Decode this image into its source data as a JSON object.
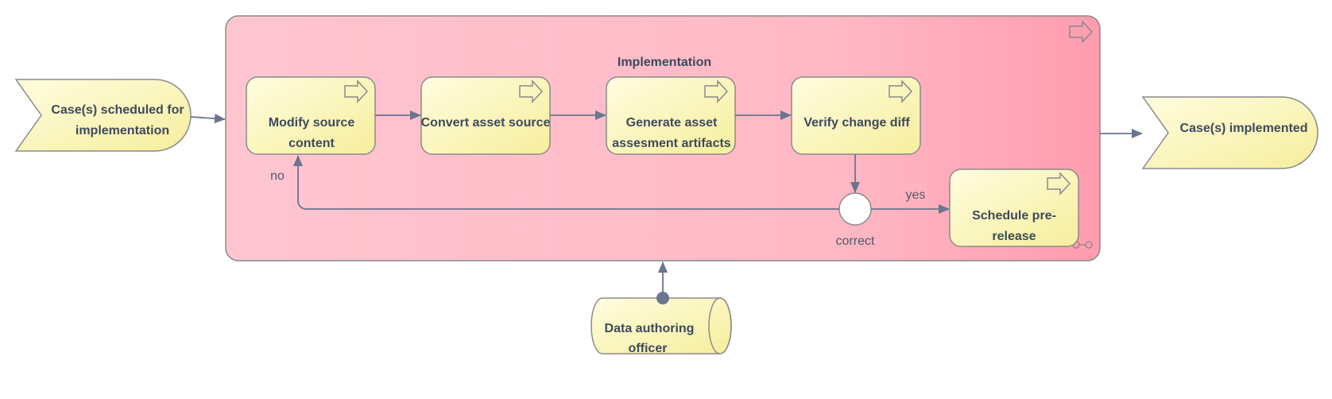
{
  "container": {
    "title": "Implementation"
  },
  "trigger": {
    "line1": "Case(s) scheduled for",
    "line2": "implementation"
  },
  "result": {
    "label": "Case(s) implemented"
  },
  "process": {
    "modify": {
      "line1": "Modify source",
      "line2": "content"
    },
    "convert": {
      "label": "Convert asset source"
    },
    "generate": {
      "line1": "Generate asset",
      "line2": "assesment artifacts"
    },
    "verify": {
      "label": "Verify change diff"
    },
    "schedule": {
      "line1": "Schedule pre-",
      "line2": "release"
    }
  },
  "junction": {
    "label": "correct"
  },
  "flows": {
    "yes_label": "yes",
    "no_label": "no"
  },
  "actor": {
    "line1": "Data authoring",
    "line2": "officer"
  },
  "colors": {
    "container_fill_light": "#ffc8d2",
    "container_fill_dark": "#ff9aab",
    "box_fill_light": "#ffffd0",
    "box_fill_dark": "#f8f0a0",
    "stroke": "#8a8a8a",
    "arrow": "#6a7590"
  },
  "icons": [
    "process-arrow-icon",
    "composition-icon"
  ]
}
